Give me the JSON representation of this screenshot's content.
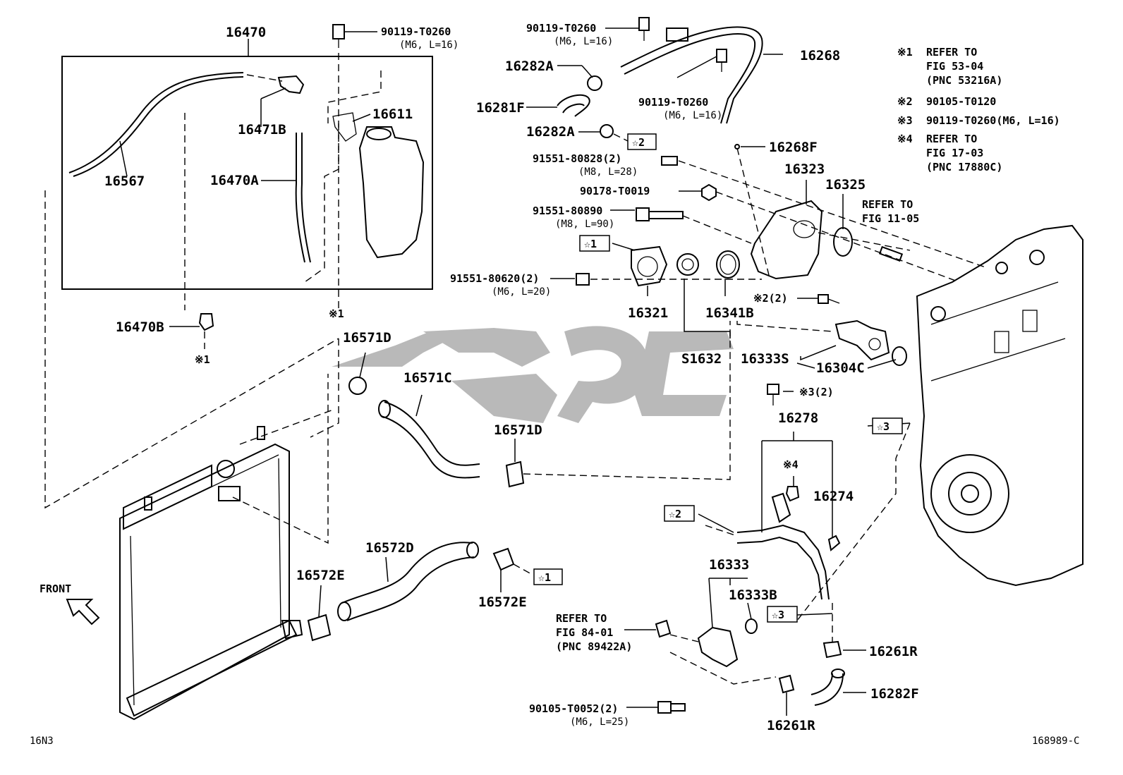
{
  "parts": {
    "p16470": "16470",
    "p90119_T0260_a": "90119-T0260",
    "p90119_T0260_a_spec": "(M6, L=16)",
    "p16471B": "16471B",
    "p16611": "16611",
    "p16567": "16567",
    "p16470A": "16470A",
    "p16470B": "16470B",
    "p90119_T0260_b": "90119-T0260",
    "p90119_T0260_b_spec": "(M6, L=16)",
    "p16268": "16268",
    "p16282A_a": "16282A",
    "p16281F": "16281F",
    "p16282A_b": "16282A",
    "p90119_T0260_c": "90119-T0260",
    "p90119_T0260_c_spec": "(M6, L=16)",
    "p16268F": "16268F",
    "p91551_80828": "91551-80828(2)",
    "p91551_80828_spec": "(M8, L=28)",
    "p90178_T0019": "90178-T0019",
    "p91551_80890": "91551-80890",
    "p91551_80890_spec": "(M8, L=90)",
    "p16323": "16323",
    "p16325": "16325",
    "p91551_80620": "91551-80620(2)",
    "p91551_80620_spec": "(M6, L=20)",
    "p16321": "16321",
    "p16341B": "16341B",
    "pS1632": "S1632",
    "pNote2_2": "※2(2)",
    "p16333S": "16333S",
    "p16304C": "16304C",
    "pNote3_2": "※3(2)",
    "p16278": "16278",
    "pNote4": "※4",
    "p16274": "16274",
    "p16571D_a": "16571D",
    "p16571C": "16571C",
    "p16571D_b": "16571D",
    "p16572D": "16572D",
    "p16572E_a": "16572E",
    "p16572E_b": "16572E",
    "p16333": "16333",
    "p16333B": "16333B",
    "p16261R_a": "16261R",
    "p16282F": "16282F",
    "p16261R_b": "16261R",
    "p90105_T0052": "90105-T0052(2)",
    "p90105_T0052_spec": "(M6, L=25)",
    "note1_under": "※1",
    "note1_under2": "※1"
  },
  "stars": {
    "s1": "☆1",
    "s2": "☆2",
    "s3": "☆3"
  },
  "refs": {
    "fig1105_a": "REFER TO",
    "fig1105_b": "FIG 11-05",
    "fig8401_a": "REFER TO",
    "fig8401_b": "FIG 84-01",
    "fig8401_c": "(PNC 89422A)"
  },
  "legend": {
    "n1_mark": "※1",
    "n1_l1": "REFER TO",
    "n1_l2": "FIG 53-04",
    "n1_l3": "(PNC 53216A)",
    "n2_mark": "※2",
    "n2_l1": "90105-T0120",
    "n3_mark": "※3",
    "n3_l1": "90119-T0260(M6, L=16)",
    "n4_mark": "※4",
    "n4_l1": "REFER TO",
    "n4_l2": "FIG 17-03",
    "n4_l3": "(PNC 17880C)"
  },
  "front_label": "FRONT",
  "corner_left": "16N3",
  "corner_right": "168989-C"
}
